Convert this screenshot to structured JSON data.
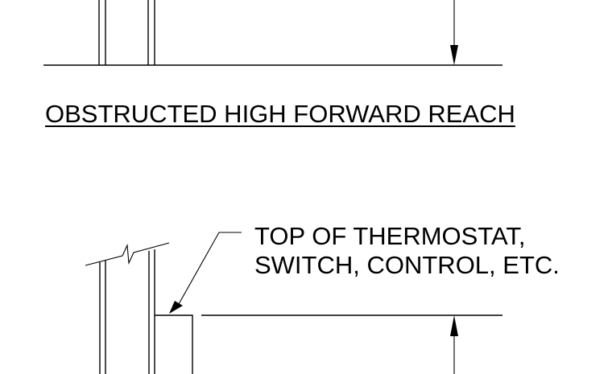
{
  "section_title": "OBSTRUCTED HIGH FORWARD REACH",
  "callout": {
    "line1": "TOP OF THERMOSTAT,",
    "line2": "SWITCH, CONTROL, ETC."
  },
  "colors": {
    "line": "#000000",
    "background": "#ffffff"
  }
}
